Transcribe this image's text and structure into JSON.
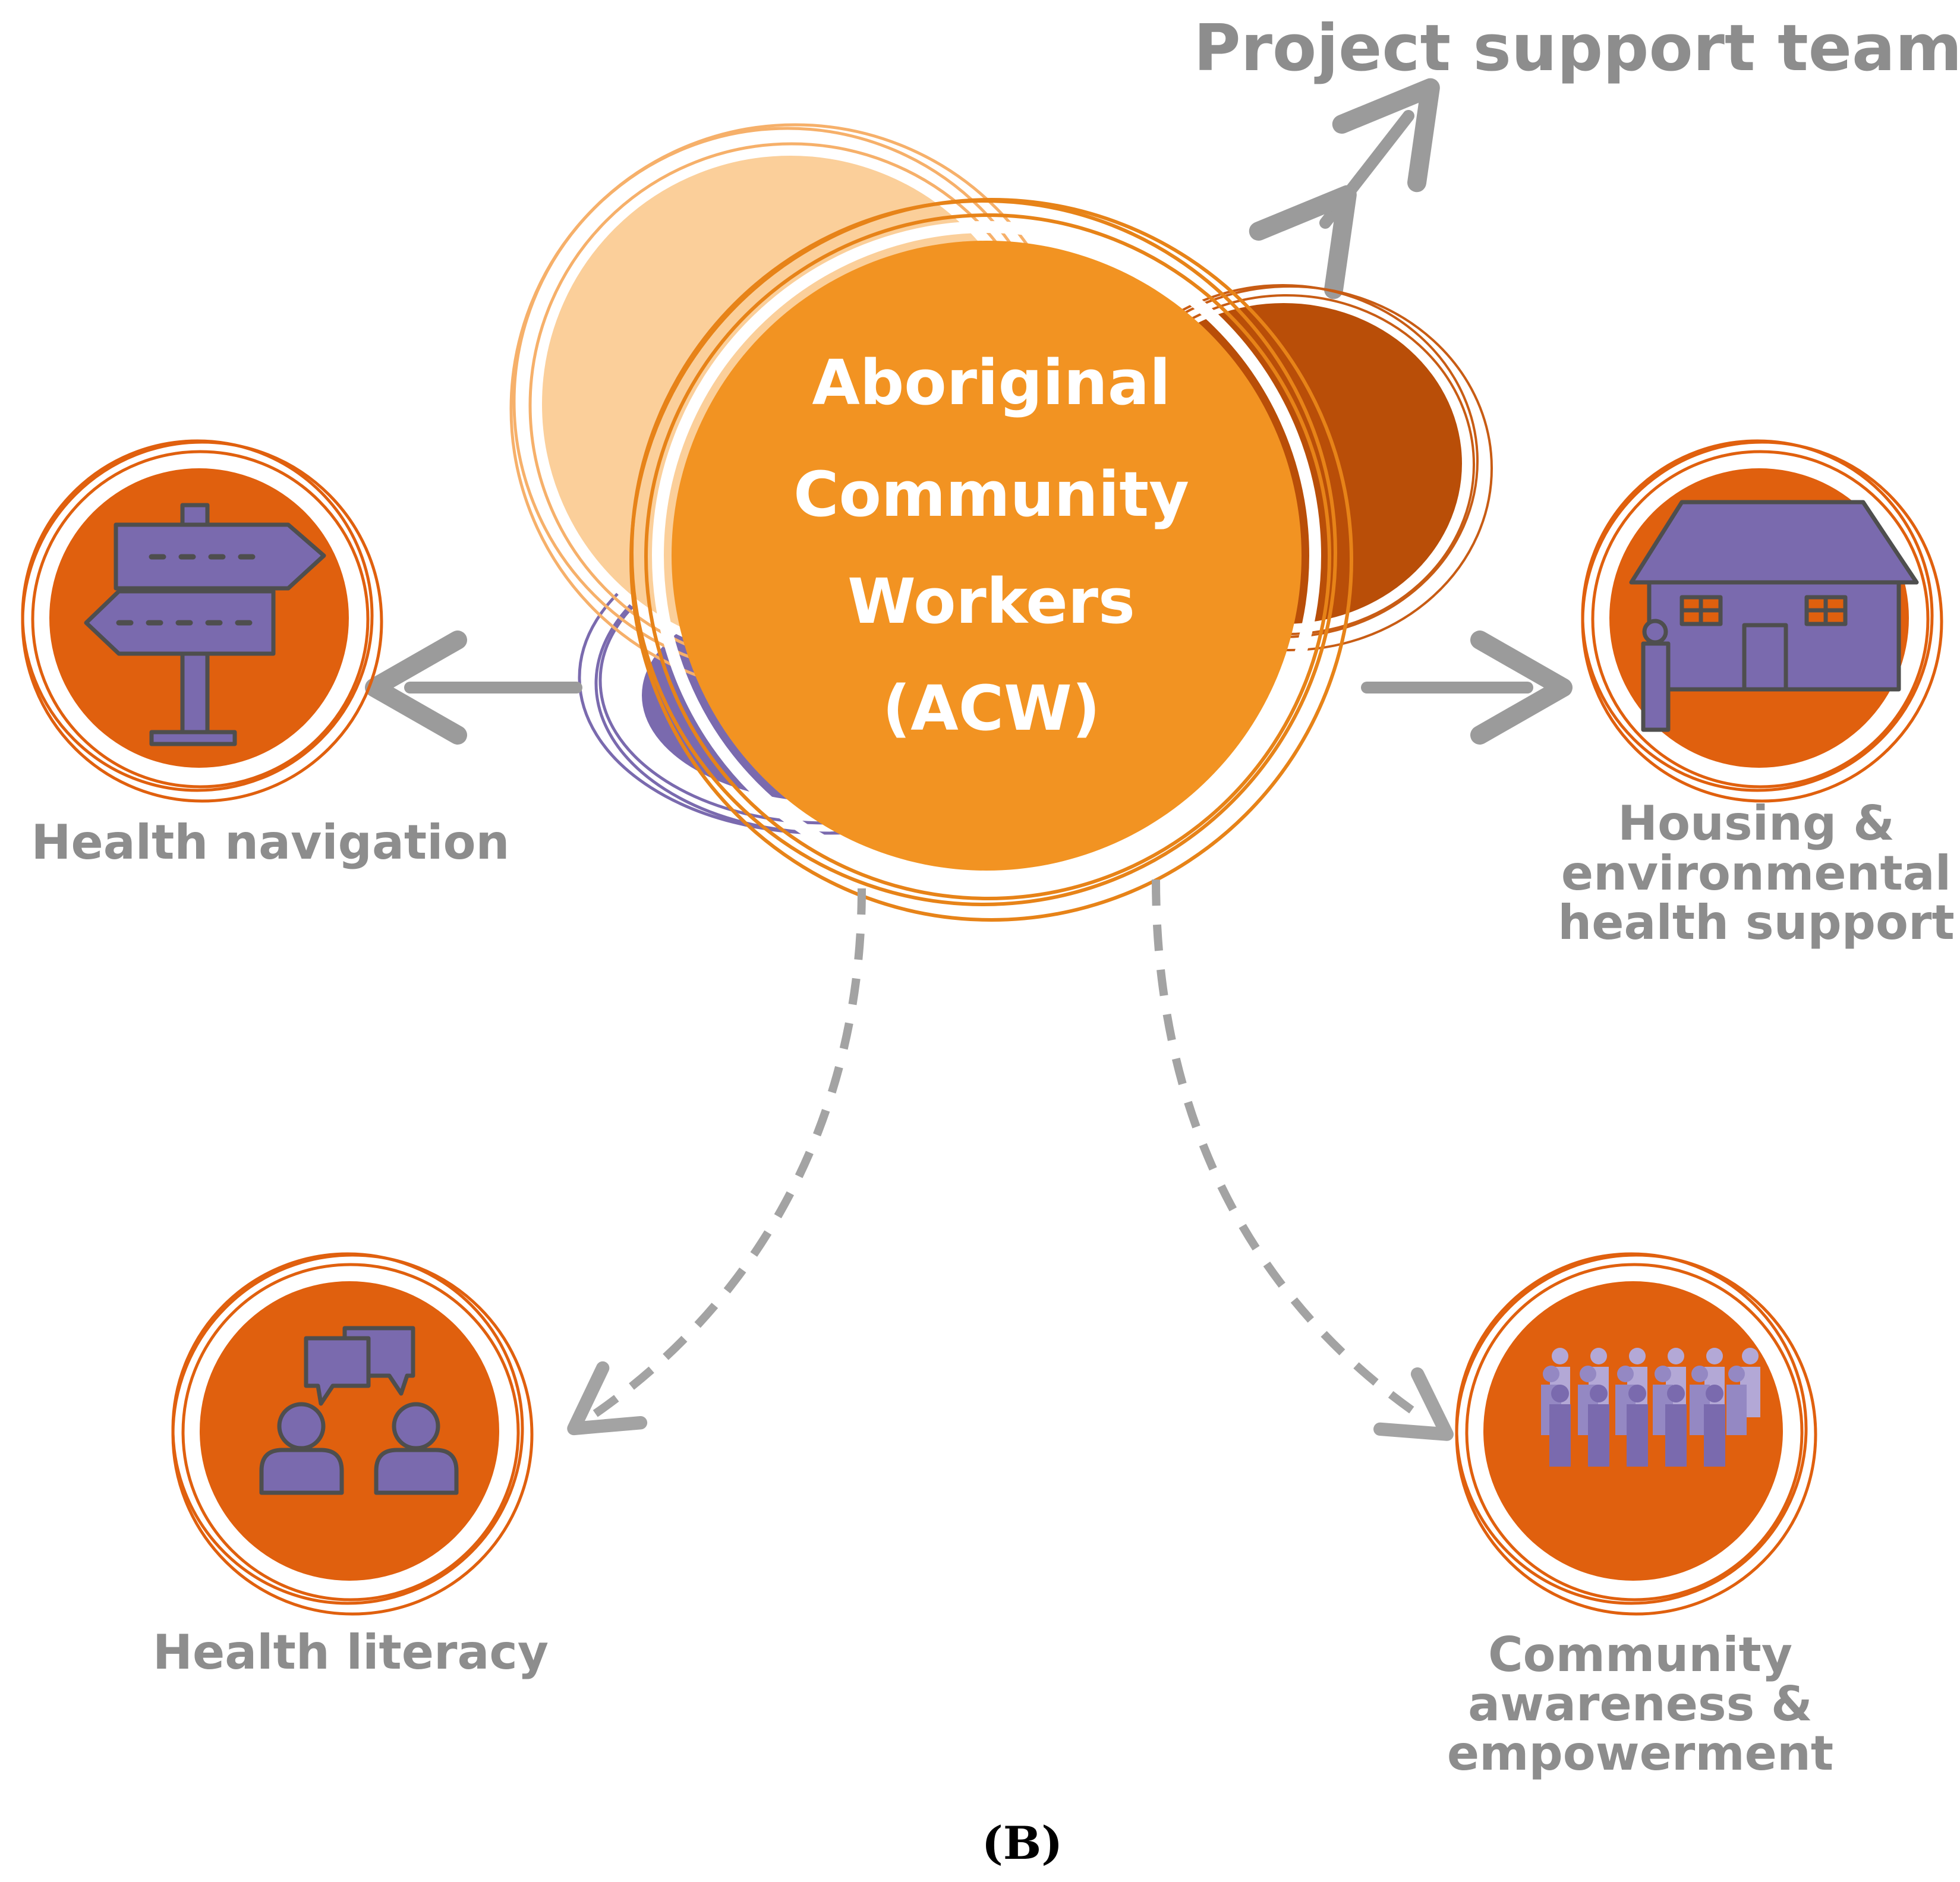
{
  "header": {
    "team_label": "Project support team"
  },
  "center": {
    "lines": [
      "Aboriginal",
      "Community",
      "Workers",
      "(ACW)"
    ]
  },
  "nodes": {
    "health_navigation": {
      "lines": [
        "Health navigation"
      ]
    },
    "housing": {
      "lines": [
        "Housing &",
        "environmental",
        "health support"
      ]
    },
    "health_literacy": {
      "lines": [
        "Health literacy"
      ]
    },
    "community": {
      "lines": [
        "Community",
        "awareness &",
        "empowerment"
      ]
    }
  },
  "panel_label": "(B)",
  "colors": {
    "node_orange": "#e0600e",
    "center_orange": "#f29322",
    "light_peach": "#fbcf9a",
    "dark_rust": "#b94e08",
    "icon_purple": "#7a6aae",
    "arrow_grey": "#9b9b9b",
    "label_grey": "#8d8d8d"
  },
  "icons": {
    "health_navigation": "signpost-icon",
    "housing": "house-icon",
    "health_literacy": "conversation-icon",
    "community": "crowd-icon"
  }
}
